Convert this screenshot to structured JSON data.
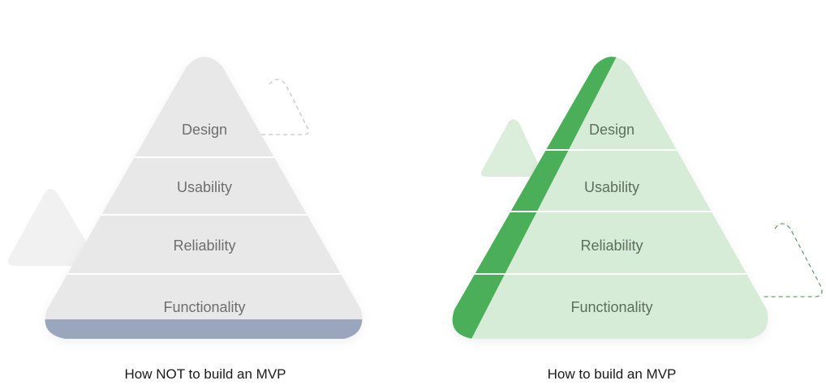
{
  "colors": {
    "grey_fill": "#e8e8e8",
    "grey_shadow": "#f1f1f1",
    "grey_text": "#6e6e6e",
    "grey_base": "#9aa6bb",
    "green_fill": "#d6ecd6",
    "green_shadow": "#dbeedb",
    "green_text": "#5e6e5e",
    "green_edge": "#4caf5a",
    "outline_grey": "#c8c8c8",
    "outline_green": "#5fa866",
    "divider": "#ffffff"
  },
  "left_pyramid": {
    "levels": [
      "Design",
      "Usability",
      "Reliability",
      "Functionality"
    ],
    "caption": "How NOT to build an MVP"
  },
  "right_pyramid": {
    "levels": [
      "Design",
      "Usability",
      "Reliability",
      "Functionality"
    ],
    "caption": "How to build an MVP"
  }
}
